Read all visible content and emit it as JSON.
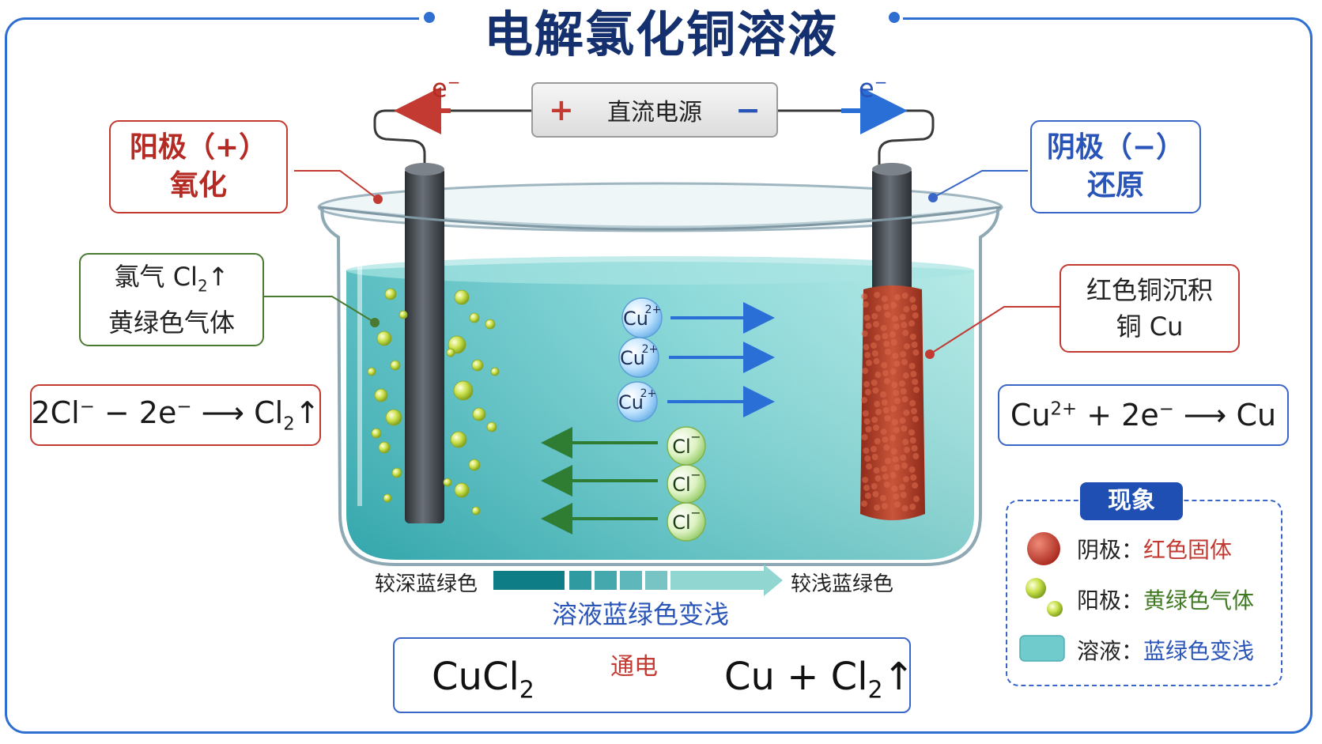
{
  "title": "电解氯化铜溶液",
  "power_source": {
    "plus": "+",
    "minus": "−",
    "label": "直流电源"
  },
  "electron_labels": {
    "left": "e",
    "right": "e",
    "sign": "−"
  },
  "anode_callout": {
    "line1": "阳极（+）",
    "line2": "氧化"
  },
  "cathode_callout": {
    "line1": "阴极（−）",
    "line2": "还原"
  },
  "anode_gas": {
    "prefix": "氯气 Cl",
    "sub": "2",
    "arrow": "↑",
    "line2": "黄绿色气体"
  },
  "anode_equation": {
    "a": "2Cl",
    "a_sup": "−",
    "b": " − 2e",
    "b_sup": "−",
    "c": " ⟶ Cl",
    "c_sub": "2",
    "d": "↑"
  },
  "cathode_deposit": {
    "line1": "红色铜沉积",
    "line2": "铜 Cu"
  },
  "cathode_equation": {
    "a": "Cu",
    "a_sup": "2+",
    "b": " + 2e",
    "b_sup": "−",
    "c": " ⟶ Cu"
  },
  "ions": {
    "cation": {
      "symbol": "Cu",
      "charge": "2+"
    },
    "anion": {
      "symbol": "Cl",
      "charge": "−"
    }
  },
  "gradient": {
    "left": "较深蓝绿色",
    "right": "较浅蓝绿色",
    "caption": "溶液蓝绿色变浅"
  },
  "main_equation": {
    "reactant": "CuCl",
    "reactant_sub": "2",
    "condition": "通电",
    "product_a": "Cu + Cl",
    "product_sub": "2",
    "product_arrow": "↑"
  },
  "legend": {
    "title": "现象",
    "rows": [
      {
        "key": "阴极：",
        "value": "红色固体",
        "value_color": "#c23a32"
      },
      {
        "key": "阳极：",
        "value": "黄绿色气体",
        "value_color": "#3f7a22"
      },
      {
        "key": "溶液：",
        "value": "蓝绿色变浅",
        "value_color": "#2a55b8"
      }
    ]
  },
  "colors": {
    "frame_blue": "#2f6fd1",
    "title_navy": "#15306e",
    "anode_red": "#c23a32",
    "cathode_blue": "#3a66c8",
    "gas_green": "#4a7a32",
    "solution": "#5cc6c8",
    "copper": "#b5442e"
  }
}
